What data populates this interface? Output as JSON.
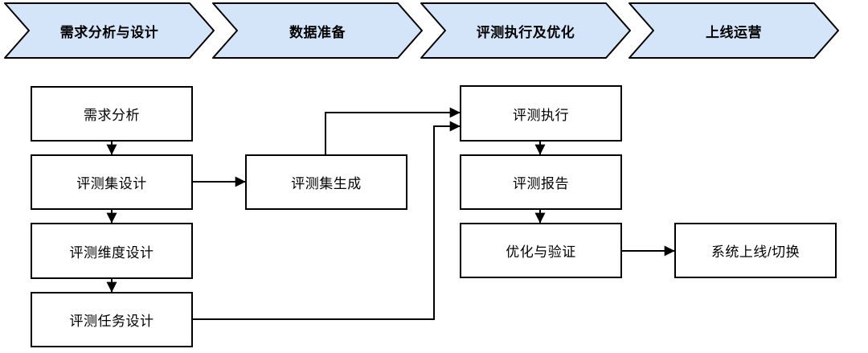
{
  "stages": [
    {
      "label": "需求分析与设计"
    },
    {
      "label": "数据准备"
    },
    {
      "label": "评测执行及优化"
    },
    {
      "label": "上线运营"
    }
  ],
  "nodes": {
    "requirement_analysis": "需求分析",
    "eval_set_design": "评测集设计",
    "eval_dimension_design": "评测维度设计",
    "eval_task_design": "评测任务设计",
    "eval_set_generation": "评测集生成",
    "eval_execution": "评测执行",
    "eval_report": "评测报告",
    "optimize_verify": "优化与验证",
    "system_launch": "系统上线/切换"
  },
  "edges": [
    {
      "from": "requirement_analysis",
      "to": "eval_set_design"
    },
    {
      "from": "eval_set_design",
      "to": "eval_dimension_design"
    },
    {
      "from": "eval_dimension_design",
      "to": "eval_task_design"
    },
    {
      "from": "eval_set_design",
      "to": "eval_set_generation"
    },
    {
      "from": "eval_set_generation",
      "to": "eval_execution"
    },
    {
      "from": "eval_task_design",
      "to": "eval_execution"
    },
    {
      "from": "eval_execution",
      "to": "eval_report"
    },
    {
      "from": "eval_report",
      "to": "optimize_verify"
    },
    {
      "from": "optimize_verify",
      "to": "system_launch"
    }
  ],
  "colors": {
    "stage_fill": "#d5e5f9",
    "stroke": "#000000",
    "node_fill": "#ffffff"
  }
}
